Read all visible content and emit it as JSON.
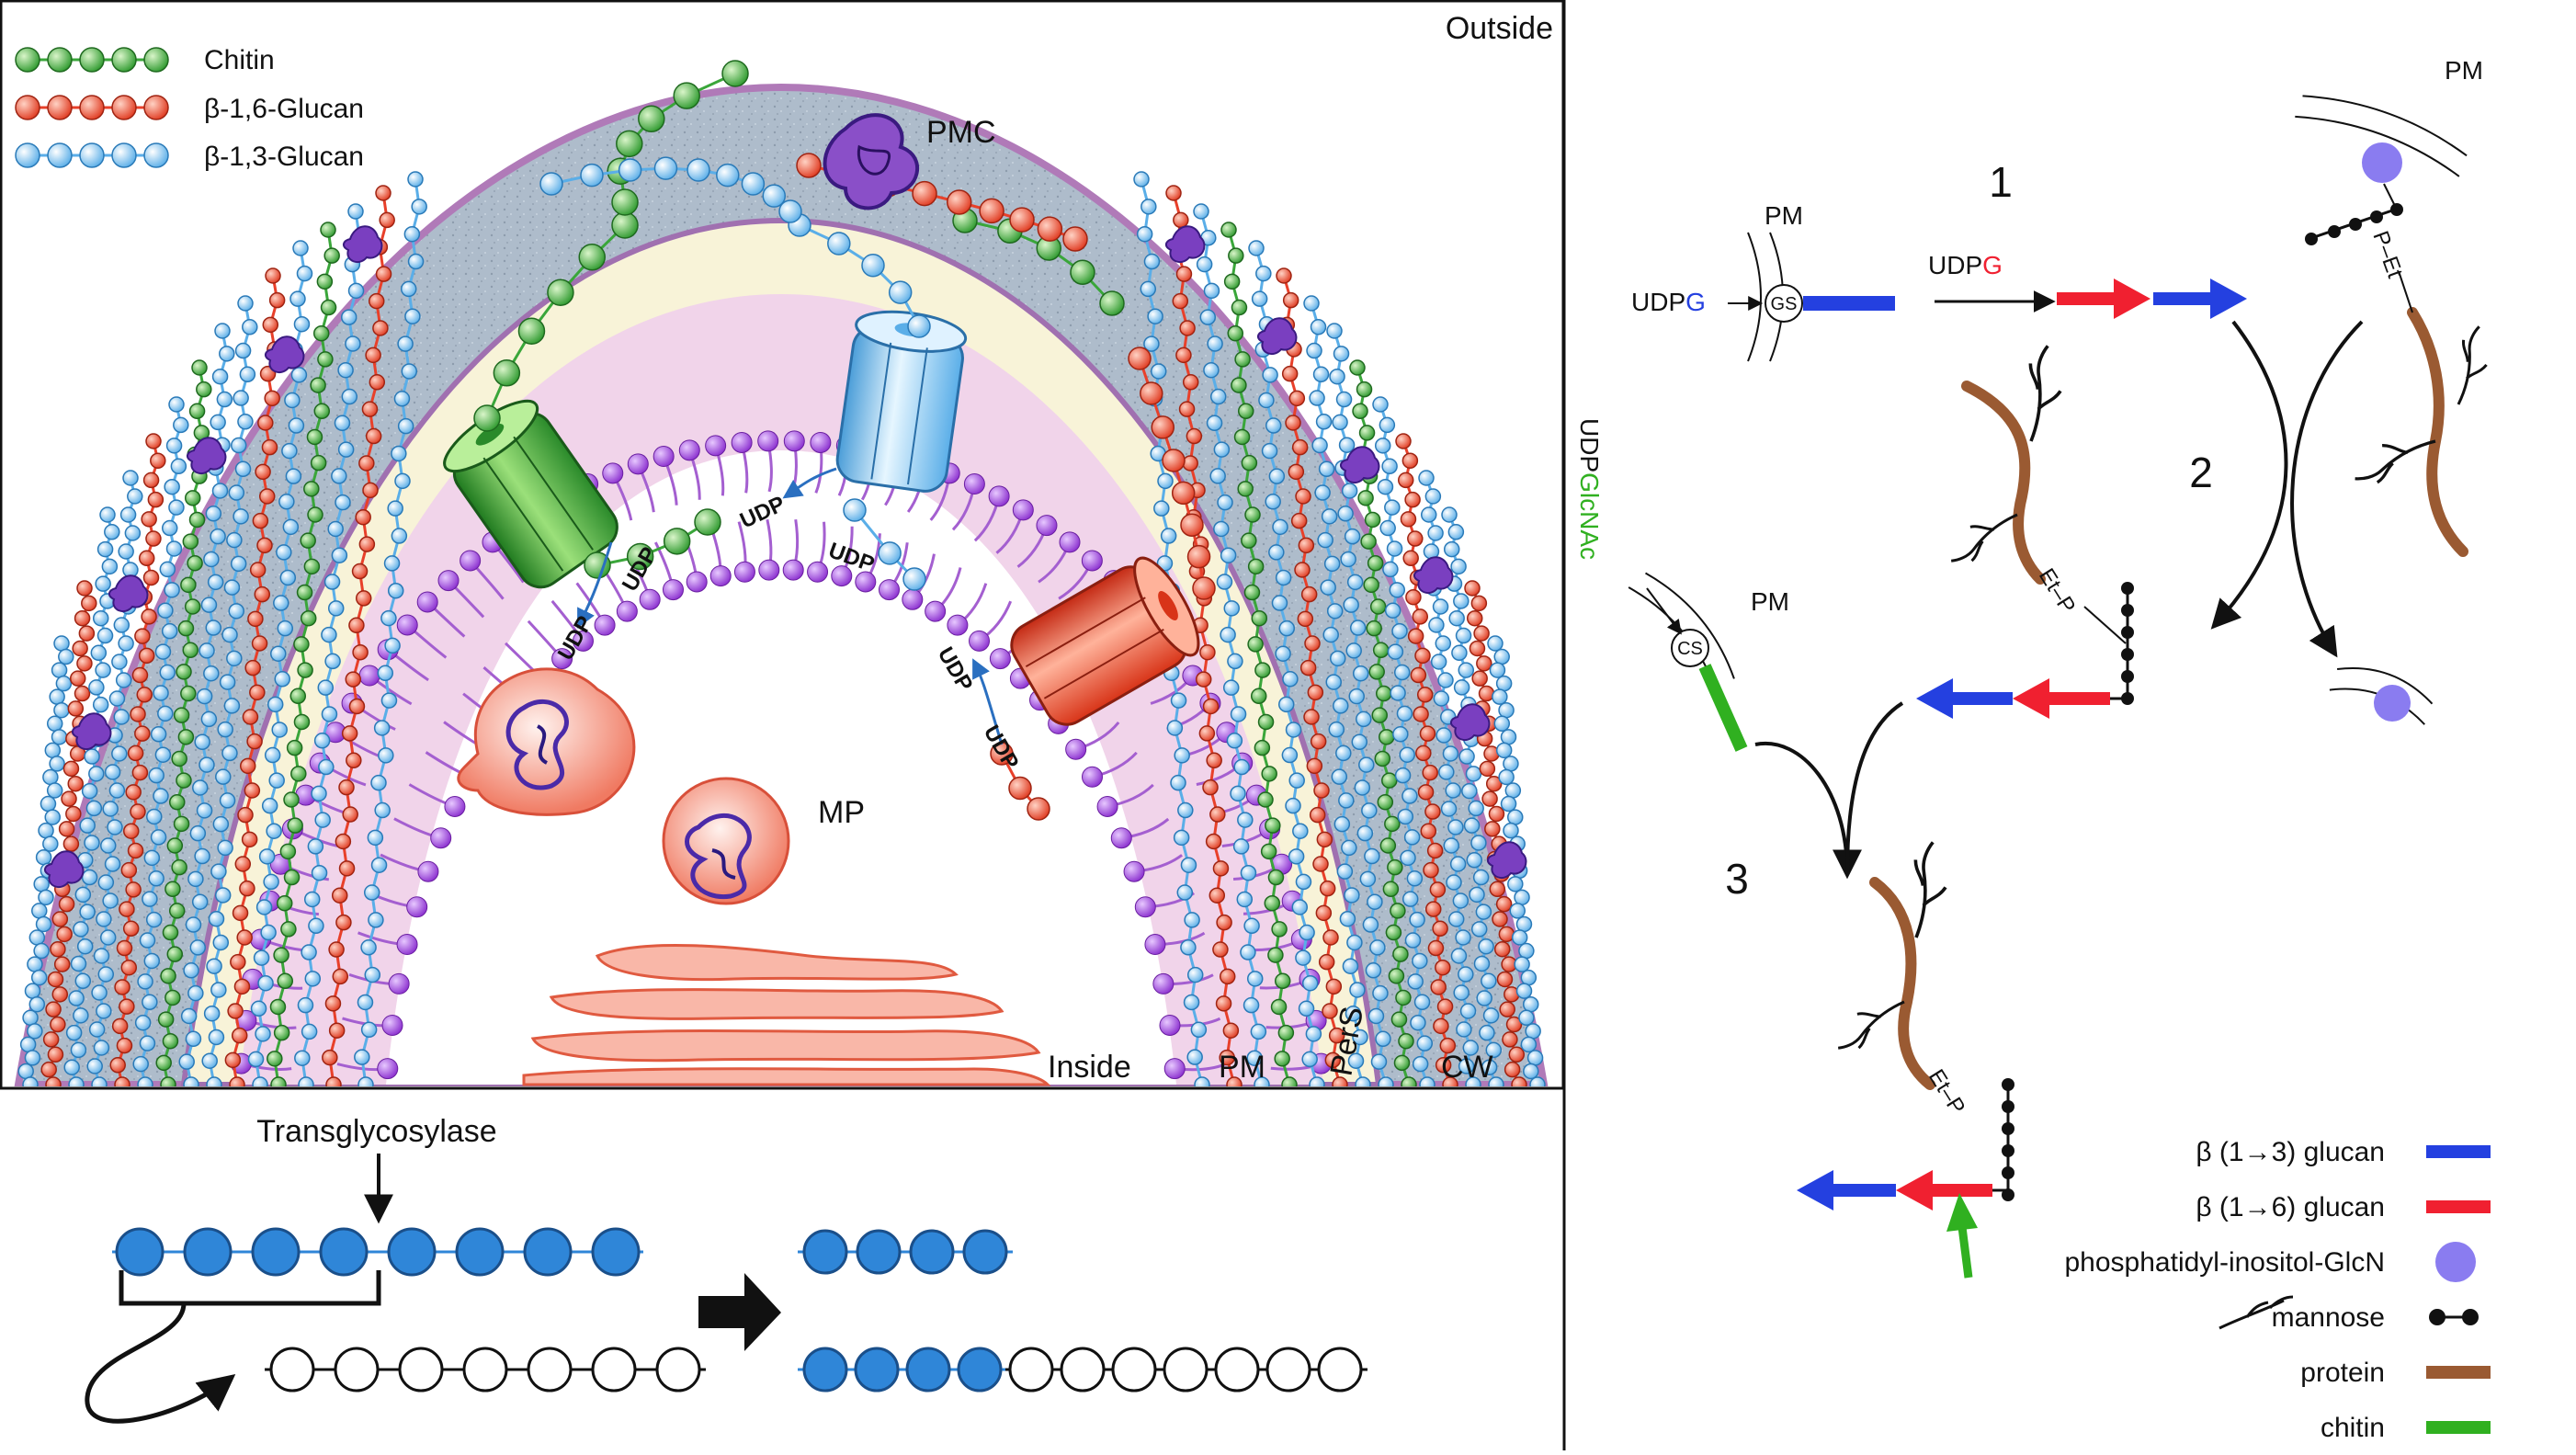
{
  "colors": {
    "chitin": "#3aa63a",
    "b16": "#e8402a",
    "b13": "#5aaee8",
    "membrane": "#9a3fd1",
    "protein": "#9a5a32",
    "gpi": "#8a7cf0",
    "blue_arrow": "#2440e0",
    "red_arrow": "#f02030",
    "green_bar": "#30b020"
  },
  "left_panel": {
    "legend": [
      {
        "label": "Chitin",
        "color": "chitin"
      },
      {
        "label": "β-1,6-Glucan",
        "color": "b16"
      },
      {
        "label": "β-1,3-Glucan",
        "color": "b13"
      }
    ],
    "labels": {
      "outside": "Outside",
      "pmc": "PMC",
      "mp": "MP",
      "inside": "Inside",
      "pm": "PM",
      "pers": "PerS",
      "cw": "CW"
    },
    "udp": "UDP"
  },
  "bottom_panel": {
    "transglycosylase": "Transglycosylase"
  },
  "right_panel": {
    "pm": "PM",
    "step1": "1",
    "step2": "2",
    "step3": "3",
    "udpg_prefix": "UDP",
    "udpg_suffix": "G",
    "udpglcnac_prefix": "UDP",
    "udpglcnac_suffix": "GlcNAc",
    "gs": "GS",
    "cs": "CS",
    "etp": "Et–P",
    "pet": "P–Et",
    "legend": [
      {
        "label": "β (1→3) glucan",
        "type": "bar",
        "color": "blue_arrow"
      },
      {
        "label": "β (1→6) glucan",
        "type": "bar",
        "color": "red_arrow"
      },
      {
        "label": "phosphatidyl-inositol-GlcN",
        "type": "circle",
        "color": "gpi"
      },
      {
        "label": "mannose",
        "type": "mannose"
      },
      {
        "label": "protein",
        "type": "bar",
        "color": "protein"
      },
      {
        "label": "chitin",
        "type": "bar",
        "color": "green_bar"
      }
    ]
  }
}
